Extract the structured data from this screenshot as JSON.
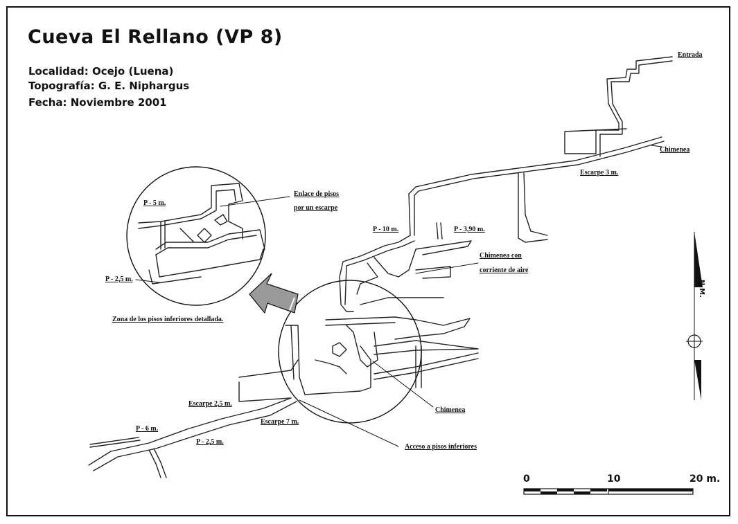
{
  "title": "Cueva El Rellano (VP 8)",
  "locality": "Localidad: Ocejo (Luena)",
  "topography": "Topografía: G. E. Niphargus",
  "date": "Fecha:  Noviembre 2001",
  "labels": {
    "entrance": "Entrada",
    "chimney_top": "Chimenea",
    "escarpe_3": "Escarpe 3 m.",
    "p10": "P - 10 m.",
    "p390": "P - 3,90 m.",
    "chimney_air_1": "Chimenea con",
    "chimney_air_2": "corriente de aire",
    "chimney_mid": "Chimenea",
    "access": "Acceso a pisos inferiores",
    "escarpe_25": "Escarpe 2,5 m.",
    "escarpe_7": "Escarpe 7 m.",
    "p6": "P - 6 m.",
    "p25_bottom": "P - 2,5 m.",
    "inset_p5": "P - 5 m.",
    "inset_p25": "P - 2,5 m.",
    "inset_link_1": "Enlace de pisos",
    "inset_link_2": "por un escarpe",
    "inset_caption": "Zona  de los pisos inferiores detallada."
  },
  "north": "N.M.",
  "scale": {
    "ticks": [
      "0",
      "10",
      "20 m."
    ]
  },
  "colors": {
    "ink": "#111111",
    "arrow": "#9a9a9a"
  }
}
